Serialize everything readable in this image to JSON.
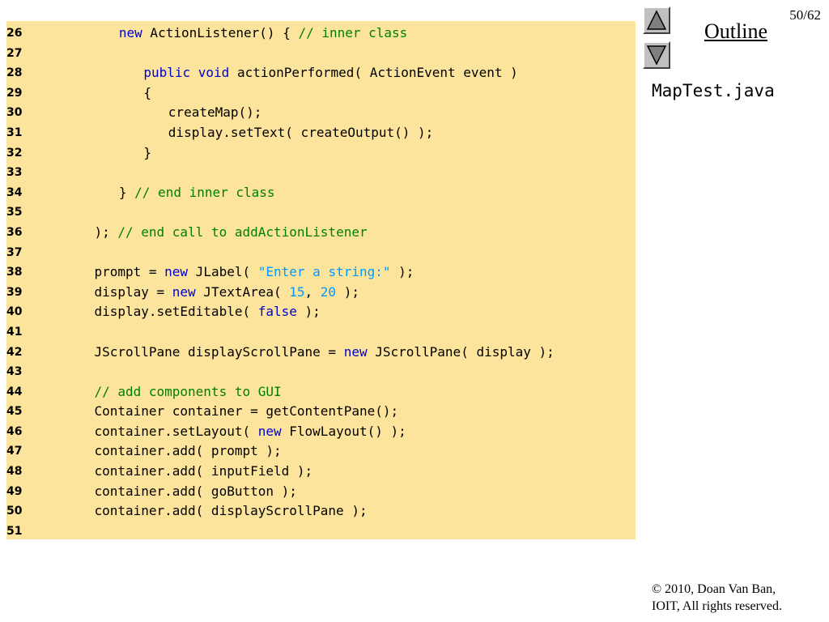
{
  "slide": {
    "number": "50/62",
    "outline_label": "Outline",
    "file_name": "MapTest.java",
    "copyright_line1": "© 2010, Doan Van Ban,",
    "copyright_line2": "IOIT, All rights reserved."
  },
  "colors": {
    "code_background": "#fde49c",
    "keyword": "#0000cc",
    "comment": "#008000",
    "literal": "#0099ff",
    "nav_button": "#c0c0c0"
  },
  "icons": {
    "up": "triangle-up-icon",
    "down": "triangle-down-icon"
  },
  "code": [
    {
      "num": "26",
      "indent": 6,
      "tokens": [
        {
          "t": "kw",
          "v": "new"
        },
        {
          "t": "pl",
          "v": " ActionListener() { "
        },
        {
          "t": "cmt",
          "v": "// inner class"
        }
      ]
    },
    {
      "num": "27",
      "indent": 0,
      "tokens": []
    },
    {
      "num": "28",
      "indent": 9,
      "tokens": [
        {
          "t": "kw",
          "v": "public void"
        },
        {
          "t": "pl",
          "v": " actionPerformed( ActionEvent event )"
        }
      ]
    },
    {
      "num": "29",
      "indent": 9,
      "tokens": [
        {
          "t": "pl",
          "v": "{"
        }
      ]
    },
    {
      "num": "30",
      "indent": 12,
      "tokens": [
        {
          "t": "pl",
          "v": "createMap();"
        }
      ]
    },
    {
      "num": "31",
      "indent": 12,
      "tokens": [
        {
          "t": "pl",
          "v": "display.setText( createOutput() );"
        }
      ]
    },
    {
      "num": "32",
      "indent": 9,
      "tokens": [
        {
          "t": "pl",
          "v": "}"
        }
      ]
    },
    {
      "num": "33",
      "indent": 0,
      "tokens": []
    },
    {
      "num": "34",
      "indent": 6,
      "tokens": [
        {
          "t": "pl",
          "v": "} "
        },
        {
          "t": "cmt",
          "v": "// end inner class"
        }
      ]
    },
    {
      "num": "35",
      "indent": 0,
      "tokens": []
    },
    {
      "num": "36",
      "indent": 3,
      "tokens": [
        {
          "t": "pl",
          "v": "); "
        },
        {
          "t": "cmt",
          "v": "// end call to addActionListener"
        }
      ]
    },
    {
      "num": "37",
      "indent": 0,
      "tokens": []
    },
    {
      "num": "38",
      "indent": 3,
      "tokens": [
        {
          "t": "pl",
          "v": "prompt = "
        },
        {
          "t": "kw",
          "v": "new"
        },
        {
          "t": "pl",
          "v": " JLabel( "
        },
        {
          "t": "str",
          "v": "\"Enter a string:\""
        },
        {
          "t": "pl",
          "v": " );"
        }
      ]
    },
    {
      "num": "39",
      "indent": 3,
      "tokens": [
        {
          "t": "pl",
          "v": "display = "
        },
        {
          "t": "kw",
          "v": "new"
        },
        {
          "t": "pl",
          "v": " JTextArea( "
        },
        {
          "t": "num",
          "v": "15"
        },
        {
          "t": "pl",
          "v": ", "
        },
        {
          "t": "num",
          "v": "20"
        },
        {
          "t": "pl",
          "v": " );"
        }
      ]
    },
    {
      "num": "40",
      "indent": 3,
      "tokens": [
        {
          "t": "pl",
          "v": "display.setEditable( "
        },
        {
          "t": "kw",
          "v": "false"
        },
        {
          "t": "pl",
          "v": " );"
        }
      ]
    },
    {
      "num": "41",
      "indent": 0,
      "tokens": []
    },
    {
      "num": "42",
      "indent": 3,
      "tokens": [
        {
          "t": "pl",
          "v": "JScrollPane displayScrollPane = "
        },
        {
          "t": "kw",
          "v": "new"
        },
        {
          "t": "pl",
          "v": " JScrollPane( display );"
        }
      ]
    },
    {
      "num": "43",
      "indent": 0,
      "tokens": []
    },
    {
      "num": "44",
      "indent": 3,
      "tokens": [
        {
          "t": "cmt",
          "v": "// add components to GUI"
        }
      ]
    },
    {
      "num": "45",
      "indent": 3,
      "tokens": [
        {
          "t": "pl",
          "v": "Container container = getContentPane();"
        }
      ]
    },
    {
      "num": "46",
      "indent": 3,
      "tokens": [
        {
          "t": "pl",
          "v": "container.setLayout( "
        },
        {
          "t": "kw",
          "v": "new"
        },
        {
          "t": "pl",
          "v": " FlowLayout() );"
        }
      ]
    },
    {
      "num": "47",
      "indent": 3,
      "tokens": [
        {
          "t": "pl",
          "v": "container.add( prompt );"
        }
      ]
    },
    {
      "num": "48",
      "indent": 3,
      "tokens": [
        {
          "t": "pl",
          "v": "container.add( inputField );"
        }
      ]
    },
    {
      "num": "49",
      "indent": 3,
      "tokens": [
        {
          "t": "pl",
          "v": "container.add( goButton );"
        }
      ]
    },
    {
      "num": "50",
      "indent": 3,
      "tokens": [
        {
          "t": "pl",
          "v": "container.add( displayScrollPane );"
        }
      ]
    },
    {
      "num": "51",
      "indent": 0,
      "tokens": []
    }
  ]
}
